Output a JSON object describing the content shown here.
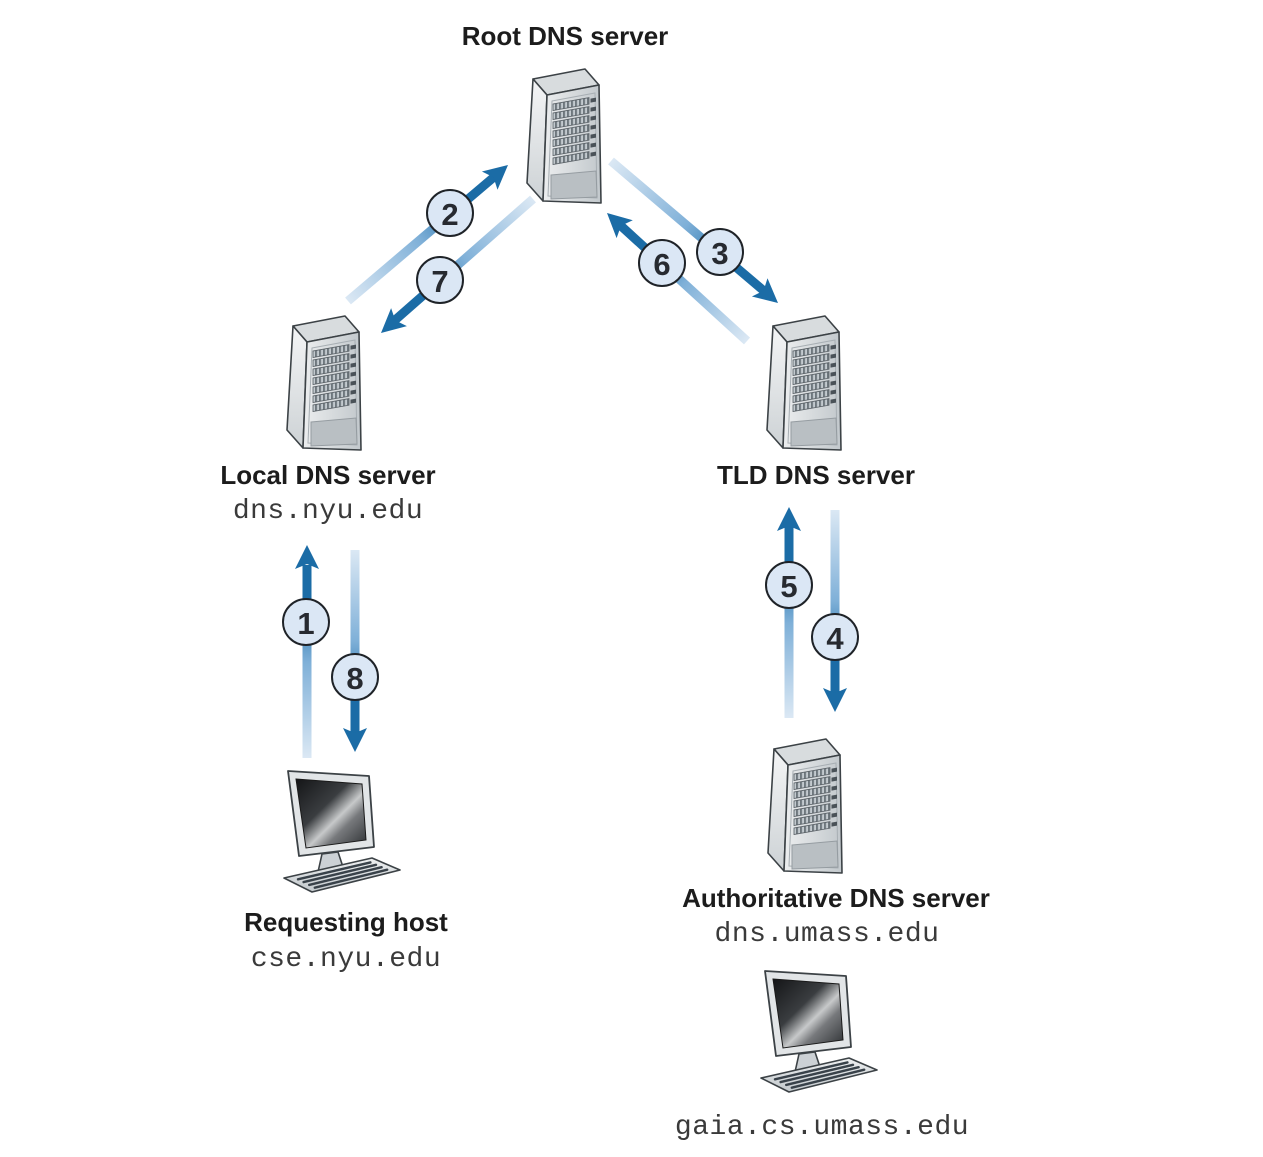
{
  "figure": {
    "type": "diagram",
    "subject": "DNS recursive query interaction between requesting host and DNS server hierarchy"
  },
  "colors": {
    "arrow_dark": "#1b6ca6",
    "arrow_light": "#dbe8f4",
    "badge_fill": "#dbe7f5",
    "badge_stroke": "#1f2328",
    "badge_number": "#272a30",
    "label_text": "#1c1c1c",
    "hostname_text": "#3a3a3a",
    "background": "#ffffff"
  },
  "nodes": {
    "root_dns": {
      "label": "Root DNS server",
      "icon": "server"
    },
    "local_dns": {
      "label": "Local DNS server",
      "hostname": "dns.nyu.edu",
      "icon": "server"
    },
    "tld_dns": {
      "label": "TLD DNS server",
      "icon": "server"
    },
    "authoritative_dns": {
      "label": "Authoritative DNS server",
      "hostname": "dns.umass.edu",
      "icon": "server"
    },
    "requesting_host": {
      "label": "Requesting host",
      "hostname": "cse.nyu.edu",
      "icon": "desktop-computer"
    },
    "target_host": {
      "hostname": "gaia.cs.umass.edu",
      "icon": "desktop-computer"
    }
  },
  "steps": [
    {
      "number": "1",
      "from": "requesting_host",
      "to": "local_dns"
    },
    {
      "number": "2",
      "from": "local_dns",
      "to": "root_dns"
    },
    {
      "number": "3",
      "from": "root_dns",
      "to": "tld_dns"
    },
    {
      "number": "4",
      "from": "tld_dns",
      "to": "authoritative_dns"
    },
    {
      "number": "5",
      "from": "authoritative_dns",
      "to": "tld_dns"
    },
    {
      "number": "6",
      "from": "tld_dns",
      "to": "root_dns"
    },
    {
      "number": "7",
      "from": "root_dns",
      "to": "local_dns"
    },
    {
      "number": "8",
      "from": "local_dns",
      "to": "requesting_host"
    }
  ]
}
